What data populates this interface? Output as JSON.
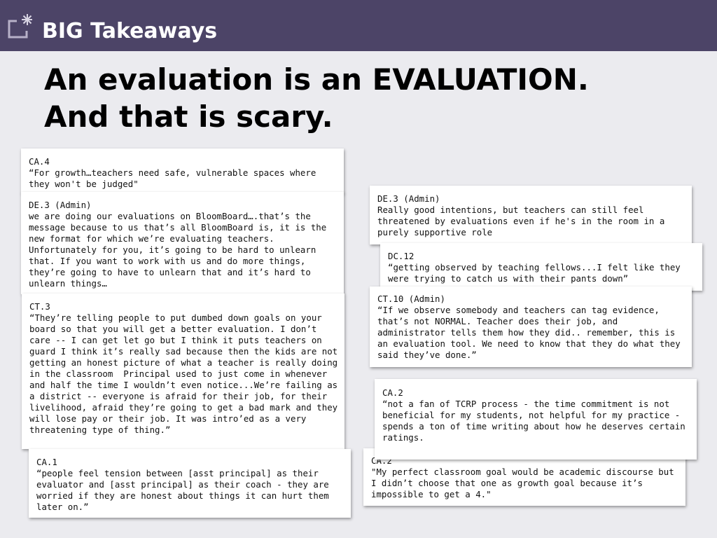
{
  "header": {
    "title": "BIG Takeaways",
    "icon": "presentation-frame-icon"
  },
  "headline": {
    "line1": "An evaluation is an EVALUATION.",
    "line2": "And that is scary."
  },
  "quotes": [
    {
      "code": "CA.4",
      "text": "“For growth…teachers need safe, vulnerable spaces where they won't be judged\""
    },
    {
      "code": "DE.3 (Admin)",
      "text": "we are doing our evaluations on BloomBoard….that’s the message because to us that’s all BloomBoard is, it is the new format for which we’re evaluating teachers. Unfortunately for you, it’s going to be hard to unlearn that. If you want to work with us and do more things, they’re going to have to unlearn that and it’s hard to unlearn things…"
    },
    {
      "code": "CT.3",
      "text": "“They’re telling people to put dumbed down goals on your board so that you will get a better evaluation. I don’t care -- I can get let go but I think it puts teachers on guard I think it’s really sad because then the kids are not getting an honest picture of what a teacher is really doing in the classroom  Principal used to just come in whenever and half the time I wouldn’t even notice...We’re failing as a district -- everyone is afraid for their job, for their livelihood, afraid they’re going to get a bad mark and they will lose pay or their job. It was intro’ed as a very threatening type of thing.”"
    },
    {
      "code": "CA.1",
      "text": "“people feel tension between [asst principal] as their evaluator and [asst principal] as their coach - they are worried if they are honest about things it can hurt them later on.”"
    },
    {
      "code": "DE.3 (Admin)",
      "text": "Really good intentions, but teachers can still feel threatened by evaluations even if he's in the room in a purely supportive role"
    },
    {
      "code": "DC.12",
      "text": "“getting observed by teaching fellows...I felt like they were trying to catch us with their pants down”"
    },
    {
      "code": "CT.10 (Admin)",
      "text": "“If we observe somebody and teachers can tag evidence, that’s not NORMAL. Teacher does their job, and administrator tells them how they did.. remember, this is an evaluation tool. We need to know that they do what they said they’ve done.”"
    },
    {
      "code": "CA.2",
      "text": "\"My perfect classroom goal would be academic discourse but I didn’t choose that one as growth goal because it’s impossible to get a 4.\""
    },
    {
      "code": "CA.2",
      "text": "“not a fan of TCRP process - the time commitment is not beneficial for my students, not helpful for my practice - spends a ton of time writing about how he deserves certain ratings."
    }
  ]
}
